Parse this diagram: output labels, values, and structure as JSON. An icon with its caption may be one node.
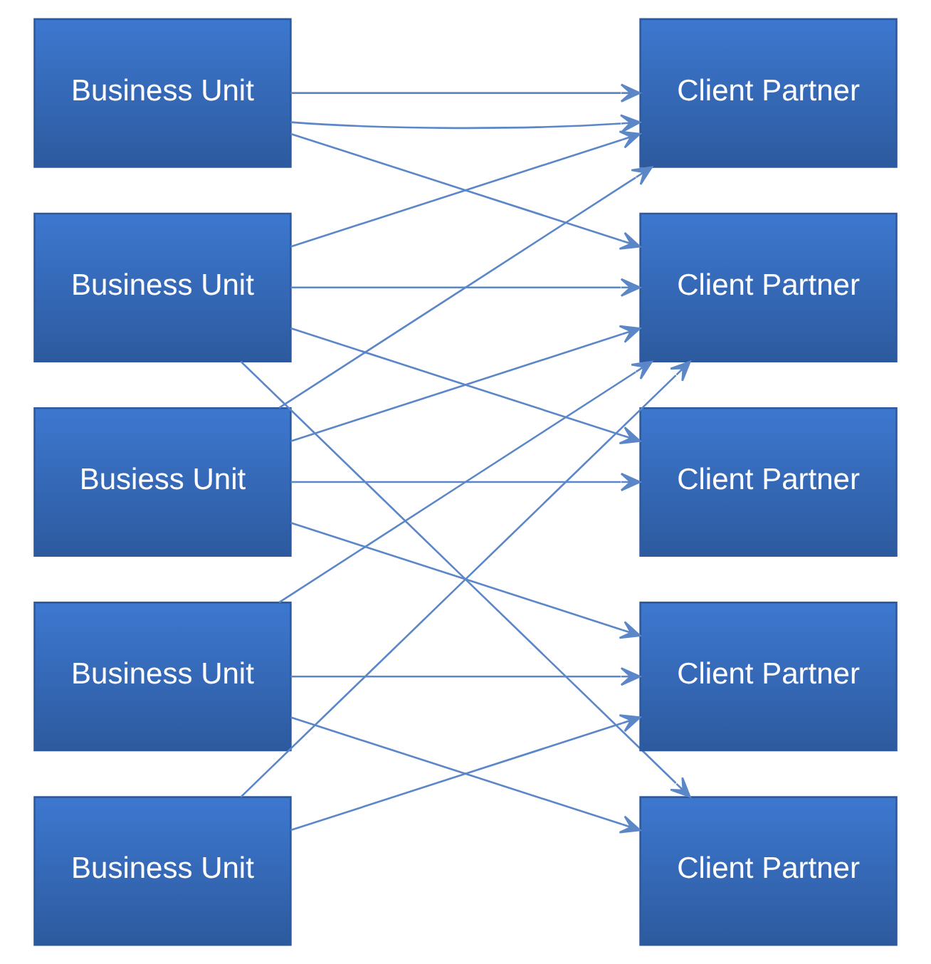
{
  "diagram": {
    "nodes": [
      {
        "text": [
          "Business Unit"
        ]
      },
      {
        "text": [
          "Business Unit"
        ]
      },
      {
        "text": [
          "Busiess Unit"
        ]
      },
      {
        "text": [
          "Business Unit"
        ]
      },
      {
        "text": [
          "Business Unit"
        ]
      },
      {
        "text": [
          "Client Partner"
        ]
      },
      {
        "text": [
          "Client Partner"
        ]
      },
      {
        "text": [
          "Client Partner"
        ]
      },
      {
        "text": [
          "Client Partner"
        ]
      },
      {
        "text": [
          "Client Partner"
        ]
      }
    ],
    "edges": [
      {
        "from": 0,
        "to": 5,
        "arrow": "to"
      },
      {
        "from": 0,
        "to": 5,
        "arrow": "to"
      },
      {
        "from": 0,
        "to": 6,
        "arrow": "to"
      },
      {
        "from": 1,
        "to": 6,
        "arrow": "to"
      },
      {
        "from": 1,
        "to": 7,
        "arrow": "to"
      },
      {
        "from": 1,
        "to": 5,
        "arrow": "to"
      },
      {
        "from": 1,
        "to": 9,
        "arrow": "to"
      },
      {
        "from": 2,
        "to": 7,
        "arrow": "to"
      },
      {
        "from": 2,
        "to": 5,
        "arrow": "to"
      },
      {
        "from": 2,
        "to": 6,
        "arrow": "to"
      },
      {
        "from": 2,
        "to": 8,
        "arrow": "to"
      },
      {
        "from": 3,
        "to": 8,
        "arrow": "to"
      },
      {
        "from": 3,
        "to": 6,
        "arrow": "to"
      },
      {
        "from": 3,
        "to": 9,
        "arrow": "to"
      },
      {
        "from": 4,
        "to": 6,
        "arrow": "to"
      },
      {
        "from": 4,
        "to": 8,
        "arrow": "to"
      }
    ]
  }
}
